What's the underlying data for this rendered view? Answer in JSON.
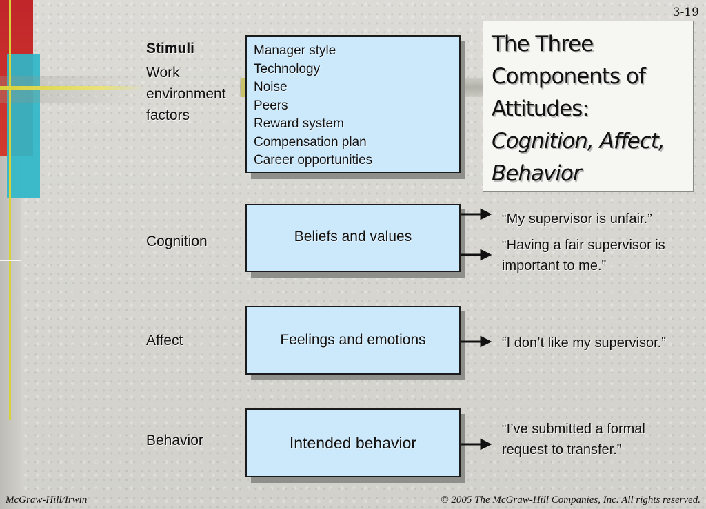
{
  "slide_number": "3-19",
  "title": {
    "line1": "The Three",
    "line2": "Components of",
    "line3": "Attitudes:",
    "line4_italic": "Cognition, Affect,",
    "line5_italic": "Behavior"
  },
  "left_labels": {
    "stimuli": "Stimuli",
    "work_environment": [
      "Work",
      "environment",
      "factors"
    ],
    "cognition": "Cognition",
    "affect": "Affect",
    "behavior": "Behavior"
  },
  "stimuli_box": {
    "items": [
      "Manager style",
      "Technology",
      "Noise",
      "Peers",
      "Reward system",
      "Compensation plan",
      "Career opportunities"
    ]
  },
  "component_boxes": {
    "cognition": "Beliefs and values",
    "affect": "Feelings and emotions",
    "behavior": "Intended behavior"
  },
  "quotes": {
    "cognition_1": "“My supervisor is unfair.”",
    "cognition_2a": "“Having a fair supervisor is",
    "cognition_2b": "important to me.”",
    "affect_1": "“I don’t like my supervisor.”",
    "behavior_1a": "“I’ve submitted a formal",
    "behavior_1b": "request to transfer.”"
  },
  "footer": {
    "left": "McGraw-Hill/Irwin",
    "right": "© 2005 The McGraw-Hill Companies, Inc. All rights reserved."
  },
  "colors": {
    "box_fill": "#cce8fb",
    "accent_red": "#c0262a",
    "accent_cyan": "#2fb7c8",
    "accent_yellow": "#d8d23a"
  }
}
